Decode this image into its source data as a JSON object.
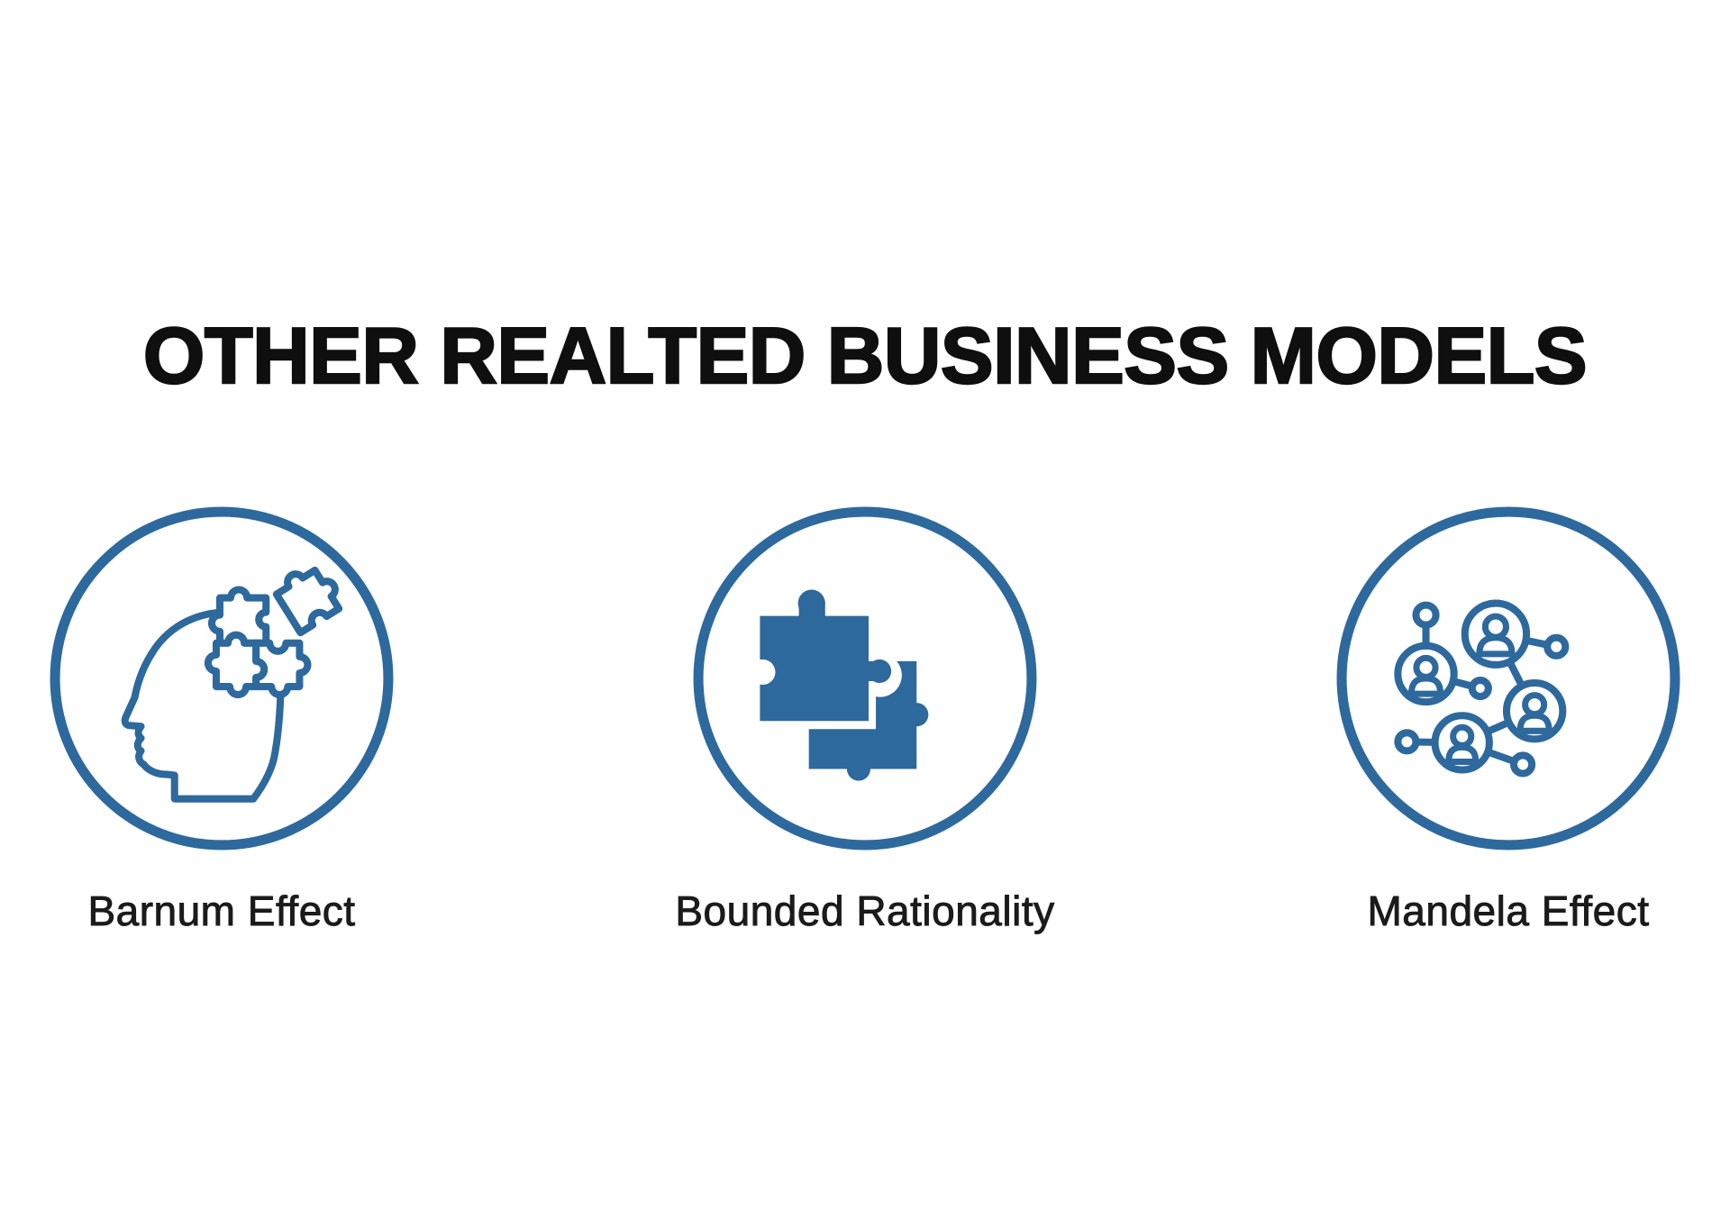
{
  "page": {
    "background": "#ffffff"
  },
  "colors": {
    "accent": "#2e699d",
    "title": "#0f0f0f",
    "label": "#1b1b1b"
  },
  "title": "OTHER REALTED BUSINESS MODELS",
  "items": [
    {
      "label": "Barnum Effect",
      "icon": "head-with-puzzle-pieces"
    },
    {
      "label": "Bounded Rationality",
      "icon": "interlocking-puzzle-pieces"
    },
    {
      "label": "Mandela Effect",
      "icon": "connected-people-network"
    }
  ]
}
